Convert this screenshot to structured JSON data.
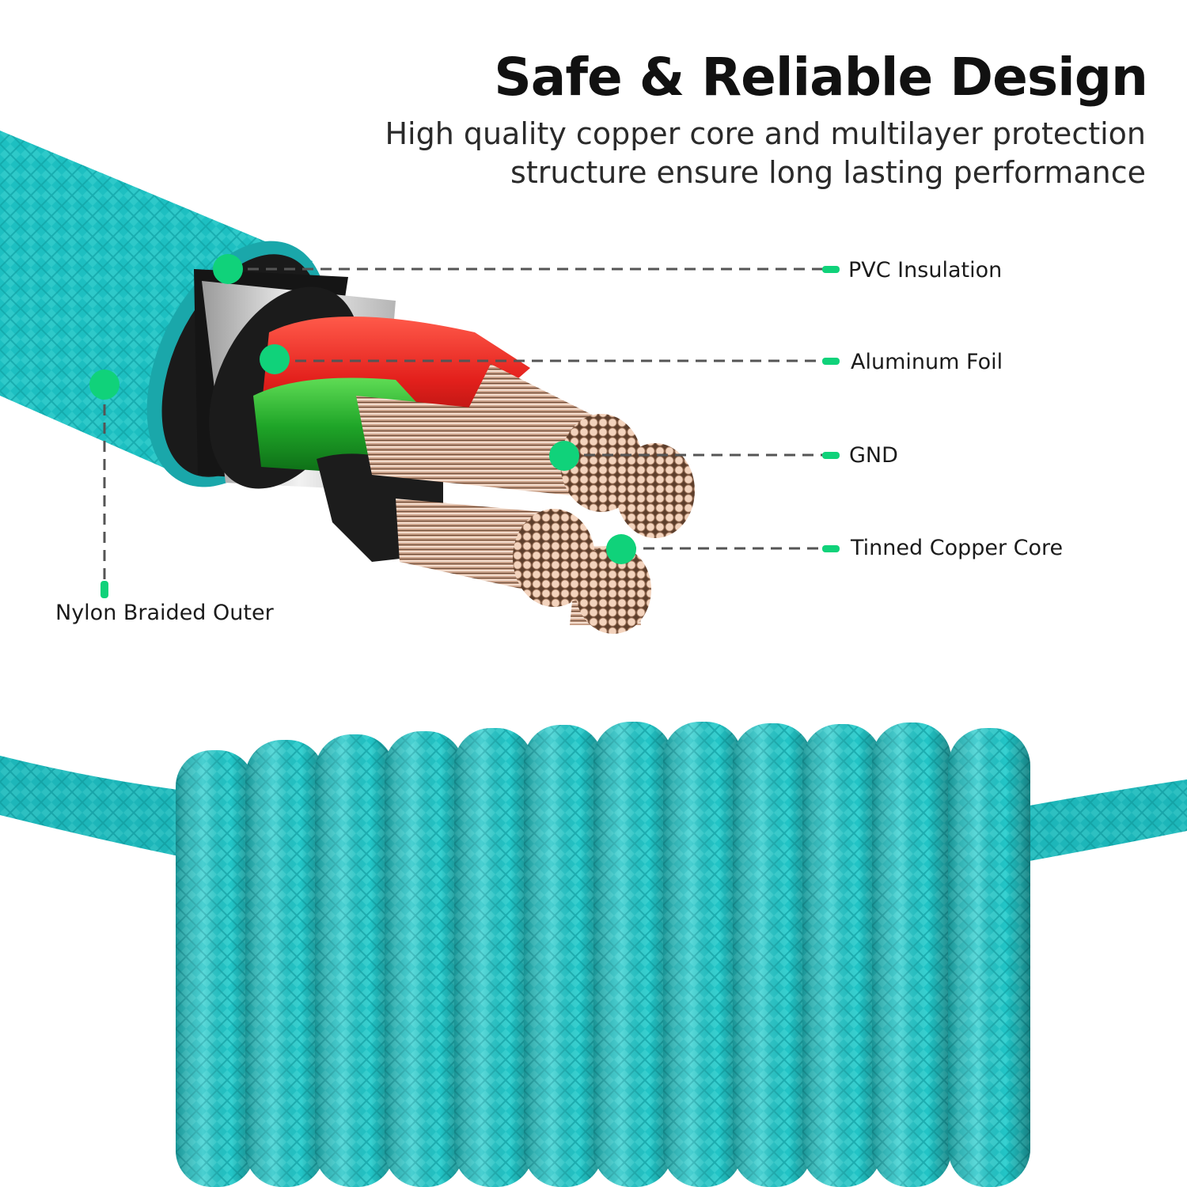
{
  "heading": {
    "title": "Safe & Reliable Design",
    "subtitle_lines": [
      "High quality copper core and multilayer protection",
      "structure ensure long lasting performance"
    ]
  },
  "callouts": [
    {
      "id": "pvc",
      "label": "PVC Insulation"
    },
    {
      "id": "foil",
      "label": "Aluminum Foil"
    },
    {
      "id": "gnd",
      "label": "GND"
    },
    {
      "id": "copper",
      "label": "Tinned Copper Core"
    },
    {
      "id": "nylon",
      "label": "Nylon Braided Outer"
    }
  ],
  "colors": {
    "background": "#ffffff",
    "cable_teal": "#1fc6c6",
    "marker_green": "#10d27a",
    "leader_gray": "#555555",
    "wire_red": "#e0201c",
    "wire_green": "#1fa528",
    "copper": "#d9a88a"
  }
}
